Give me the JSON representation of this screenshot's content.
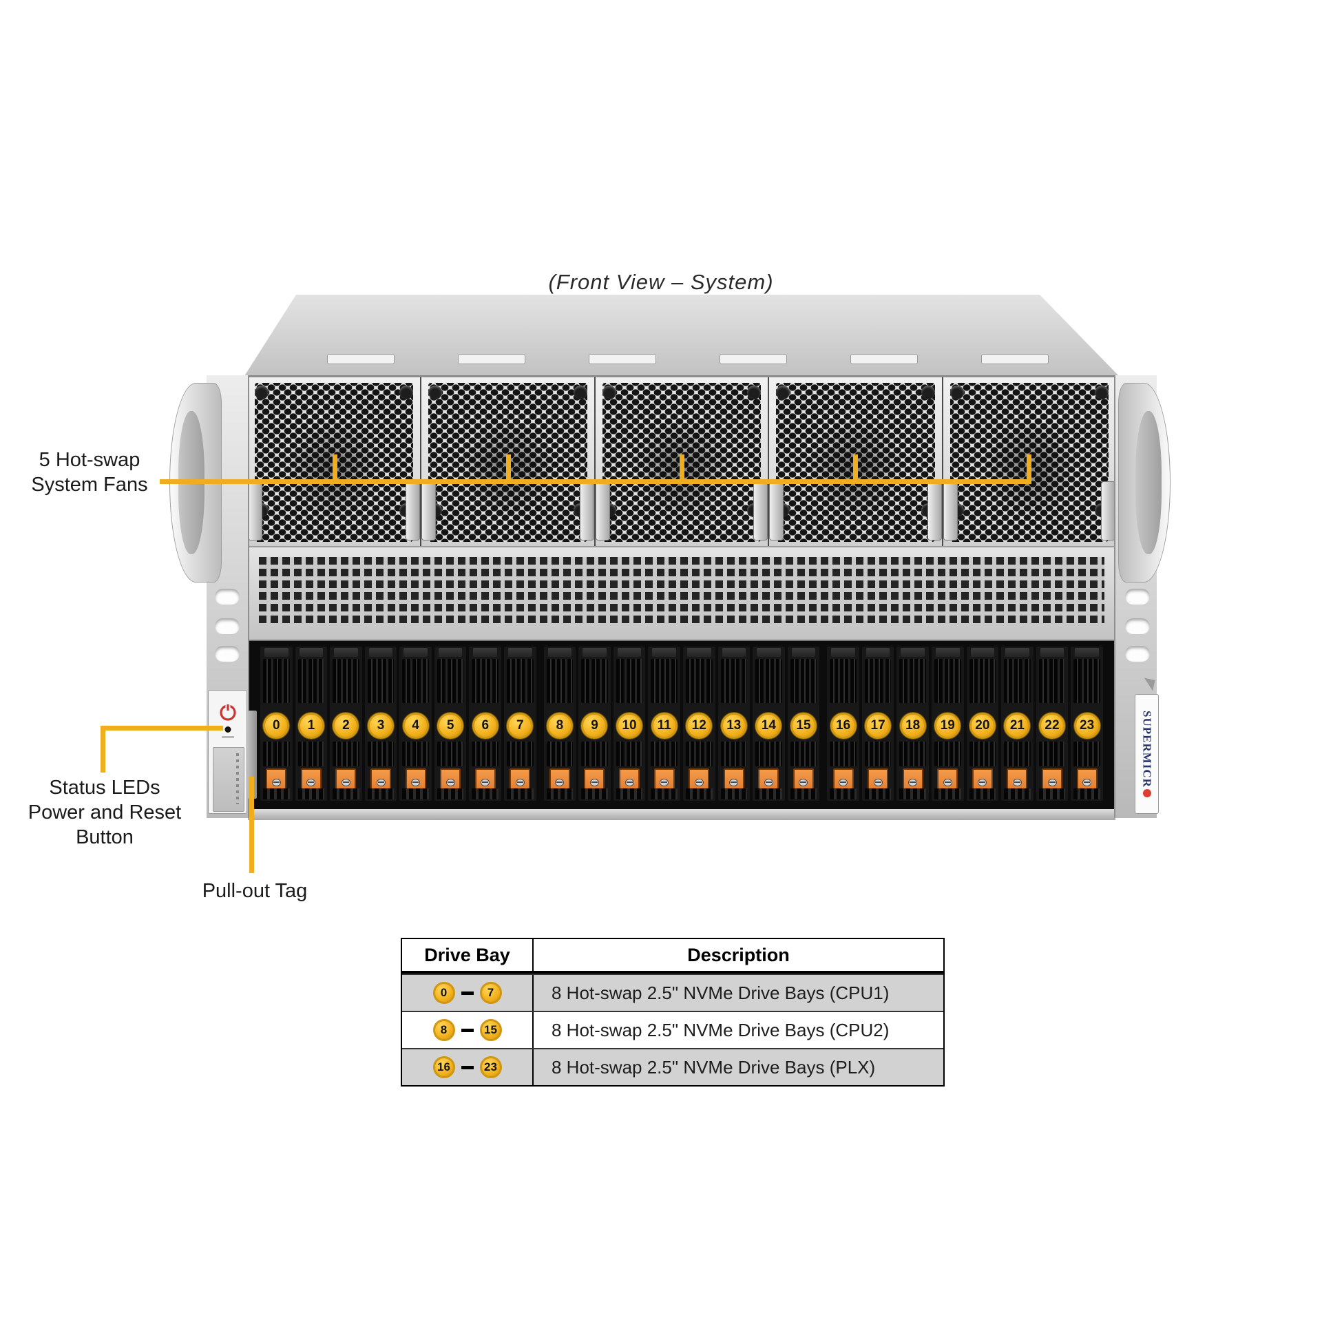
{
  "title": "(Front View – System)",
  "annotations": {
    "fans": {
      "line1": "5 Hot-swap",
      "line2": "System Fans"
    },
    "status": {
      "line1": "Status LEDs",
      "line2": "Power and Reset",
      "line3": "Button"
    },
    "pullout": {
      "label": "Pull-out Tag"
    }
  },
  "chassis": {
    "fan_count": 5,
    "drive_numbers": [
      0,
      1,
      2,
      3,
      4,
      5,
      6,
      7,
      8,
      9,
      10,
      11,
      12,
      13,
      14,
      15,
      16,
      17,
      18,
      19,
      20,
      21,
      22,
      23
    ],
    "logo_text": "SUPERMICR"
  },
  "colors": {
    "annotation_yellow": "#EFAE1E",
    "badge_gold": "#F2B01C",
    "latch_orange": "#E8873B",
    "logo_navy": "#28356B",
    "logo_red": "#E03C31",
    "table_row_gray": "#D2D2D2"
  },
  "table": {
    "headers": [
      "Drive Bay",
      "Description"
    ],
    "rows": [
      {
        "from": "0",
        "to": "7",
        "description": "8 Hot-swap 2.5\" NVMe Drive Bays (CPU1)"
      },
      {
        "from": "8",
        "to": "15",
        "description": "8 Hot-swap 2.5\" NVMe Drive Bays (CPU2)"
      },
      {
        "from": "16",
        "to": "23",
        "description": "8 Hot-swap 2.5\" NVMe Drive Bays (PLX)"
      }
    ]
  }
}
